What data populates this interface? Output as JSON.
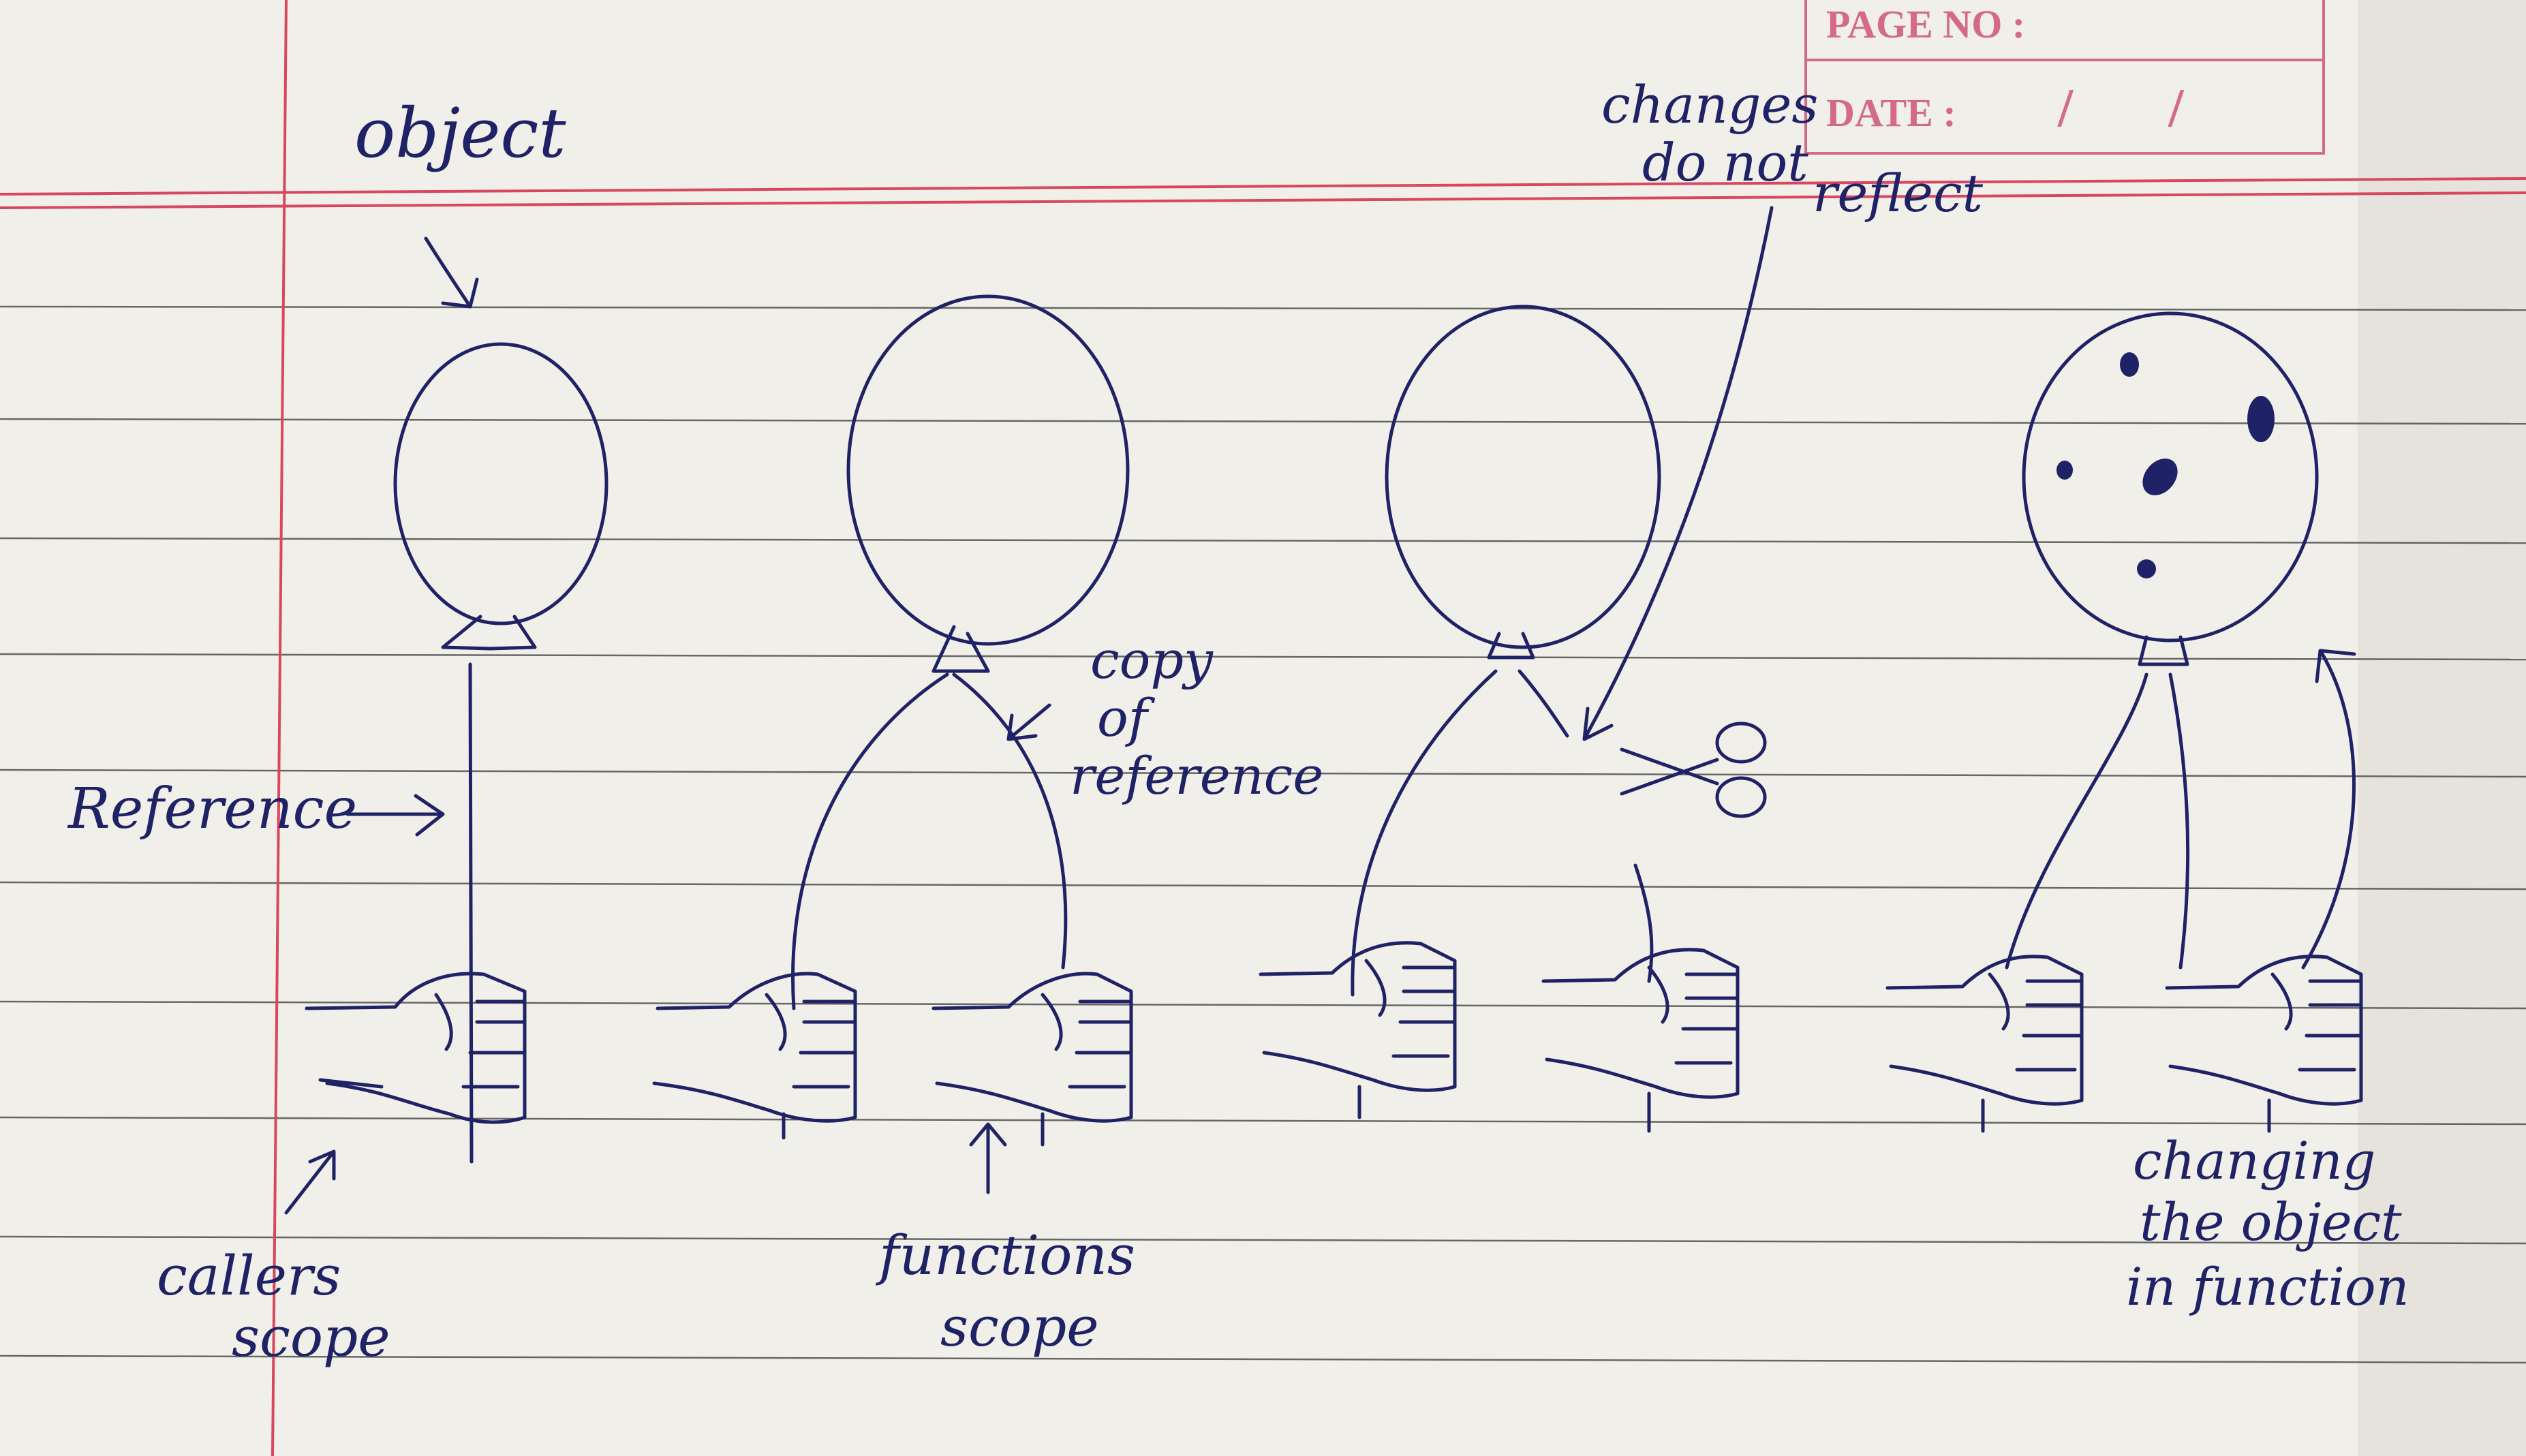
{
  "header": {
    "page_no_label": "PAGE NO :",
    "date_label": "DATE :",
    "date_value": "/ /"
  },
  "colors": {
    "paper": "#f1efe9",
    "ink": "#1f2266",
    "ruled_line": "#3a3a3a",
    "margin_line": "#d8475f",
    "stamp": "#d46a86"
  },
  "annotations": {
    "object": "object",
    "reference": "Reference",
    "copy_of_reference_1": "copy",
    "copy_of_reference_2": "of",
    "copy_of_reference_3": "reference",
    "changes_1": "changes",
    "changes_2": "do not",
    "changes_3": "reflect",
    "callers_scope_1": "callers",
    "callers_scope_2": "scope",
    "functions_scope_1": "functions",
    "functions_scope_2": "scope",
    "changing_1": "changing",
    "changing_2": "the object",
    "changing_3": "in function"
  }
}
